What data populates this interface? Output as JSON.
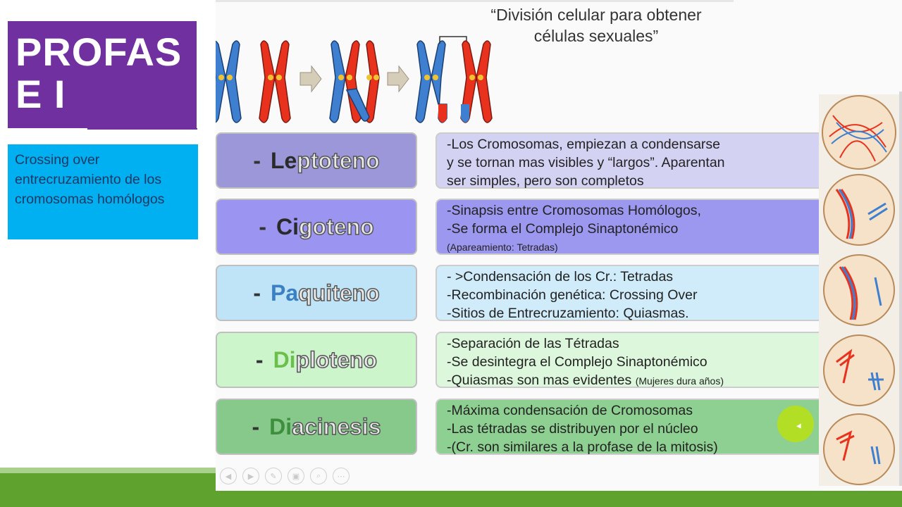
{
  "slide": {
    "title": "PROFASE I",
    "note": "Crossing over entrecruzamiento de los cromosomas homólogos"
  },
  "screenshot": {
    "heading_line1": "“División celular para obtener",
    "heading_line2": "células sexuales”",
    "phases": [
      {
        "dash": "-",
        "prefix": "Le",
        "suffix": "ptoteno",
        "lines": [
          "-Los Cromosomas, empiezan a condensarse",
          "y se tornan mas visibles y “largos”. Aparentan",
          "ser simples, pero son completos"
        ],
        "note": ""
      },
      {
        "dash": "-",
        "prefix": "Ci",
        "suffix": "goteno",
        "lines": [
          "-Sinapsis entre Cromosomas Homólogos,",
          "-Se forma el Complejo Sinaptonémico"
        ],
        "note": "(Apareamiento: Tetradas)"
      },
      {
        "dash": "-",
        "prefix": "Pa",
        "suffix": "quiteno",
        "lines": [
          "- >Condensación de los Cr.: Tetradas",
          "-Recombinación genética: Crossing Over",
          "-Sitios de Entrecruzamiento: Quiasmas."
        ],
        "note": ""
      },
      {
        "dash": "-",
        "prefix": "Di",
        "suffix": "ploteno",
        "lines": [
          "-Separación de las Tétradas",
          "-Se desintegra el Complejo Sinaptonémico",
          "-Quiasmas son mas evidentes"
        ],
        "note": "(Mujeres dura años)"
      },
      {
        "dash": "-",
        "prefix": "Di",
        "suffix": "acinesis",
        "lines": [
          "-Máxima condensación de Cromosomas",
          "-Las tétradas se distribuyen por el núcleo",
          "-(Cr. son similares a la profase de la mitosis)"
        ],
        "note": ""
      }
    ],
    "controls": [
      "◀",
      "▶",
      "✎",
      "▣",
      "⌕",
      "⋯"
    ]
  },
  "colors": {
    "title_bg": "#7030a0",
    "note_bg": "#00b0f0",
    "band": "#5fa22d",
    "chromosome_blue": "#3e7fd0",
    "chromosome_red": "#e8321e"
  }
}
